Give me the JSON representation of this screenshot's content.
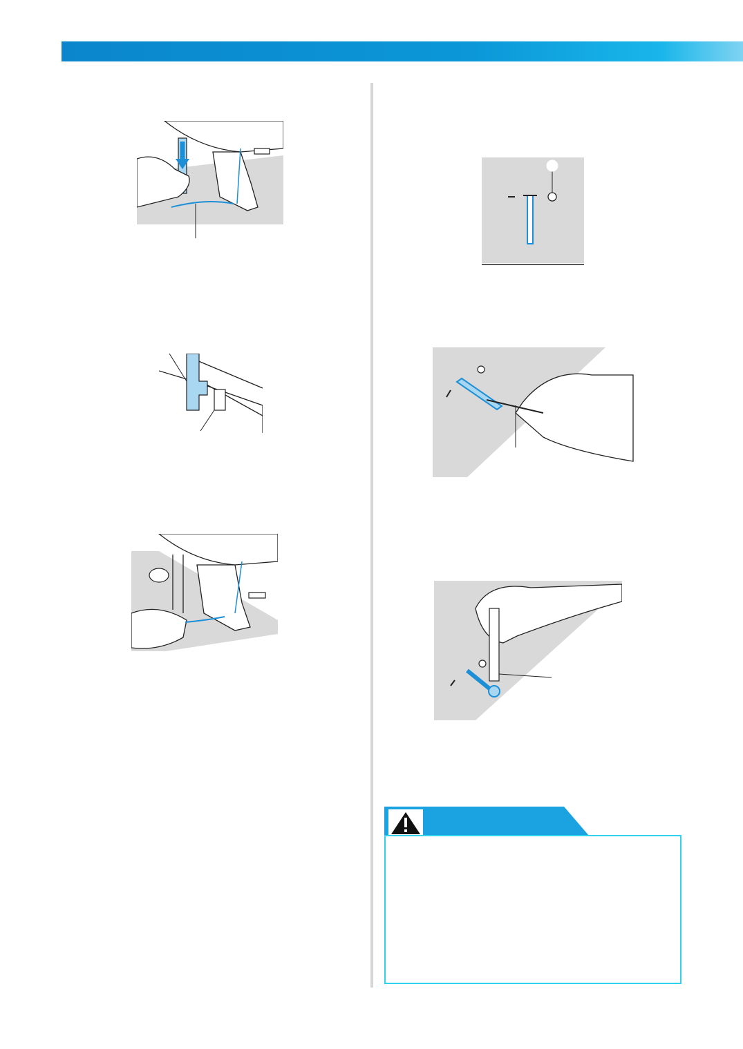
{
  "page": {
    "header_color": "#0b8fd3",
    "accent_color": "#1aa3e0",
    "caution_border_color": "#2fd3ee"
  },
  "figures": [
    {
      "id": "lower-buttonhole-lever",
      "icon": "hand-pressing-lever"
    },
    {
      "id": "lever-behind-bracket",
      "icon": "lever-bracket-closeup"
    },
    {
      "id": "hold-upper-thread",
      "icon": "hand-holding-thread"
    },
    {
      "id": "buttonhole-diagram",
      "icon": "buttonhole-with-pin"
    },
    {
      "id": "seam-ripper-cut",
      "icon": "seam-ripper"
    },
    {
      "id": "eyelet-punch",
      "icon": "eyelet-punch"
    }
  ],
  "caution": {
    "icon": "warning-triangle-icon"
  }
}
